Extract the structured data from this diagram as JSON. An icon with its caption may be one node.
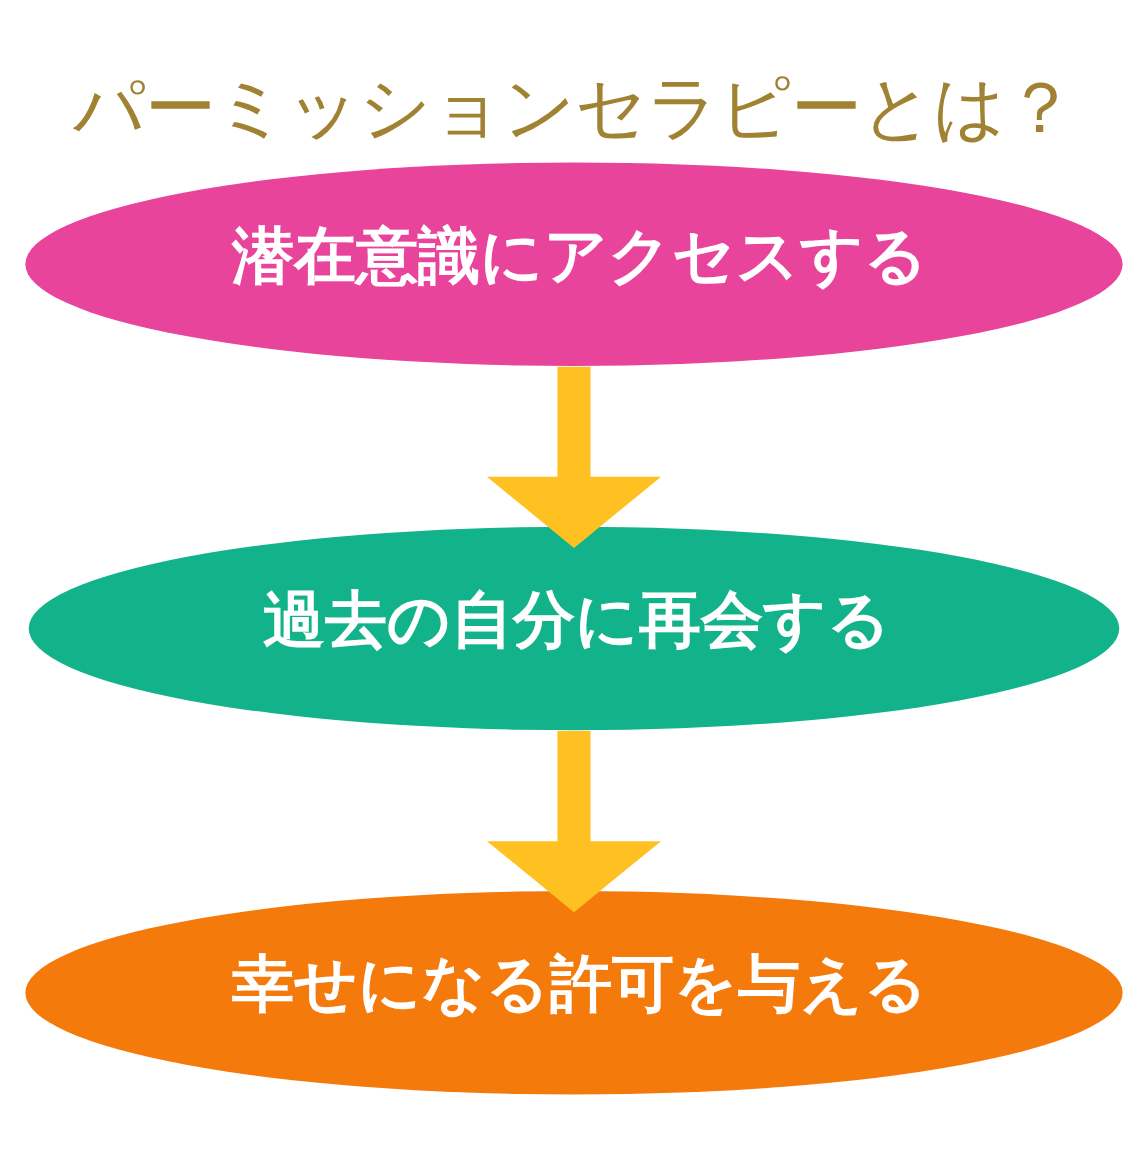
{
  "diagram": {
    "title": "パーミッションセラピーとは？",
    "nodes": [
      {
        "text": [
          "潜在意識にアクセスする"
        ]
      },
      {
        "text": [
          "過去の自分に再会する"
        ]
      },
      {
        "text": [
          "幸せになる許可を与える"
        ]
      }
    ],
    "edges": [
      {
        "from": 0,
        "to": 1,
        "arrow": "to"
      },
      {
        "from": 1,
        "to": 2,
        "arrow": "to"
      }
    ]
  }
}
